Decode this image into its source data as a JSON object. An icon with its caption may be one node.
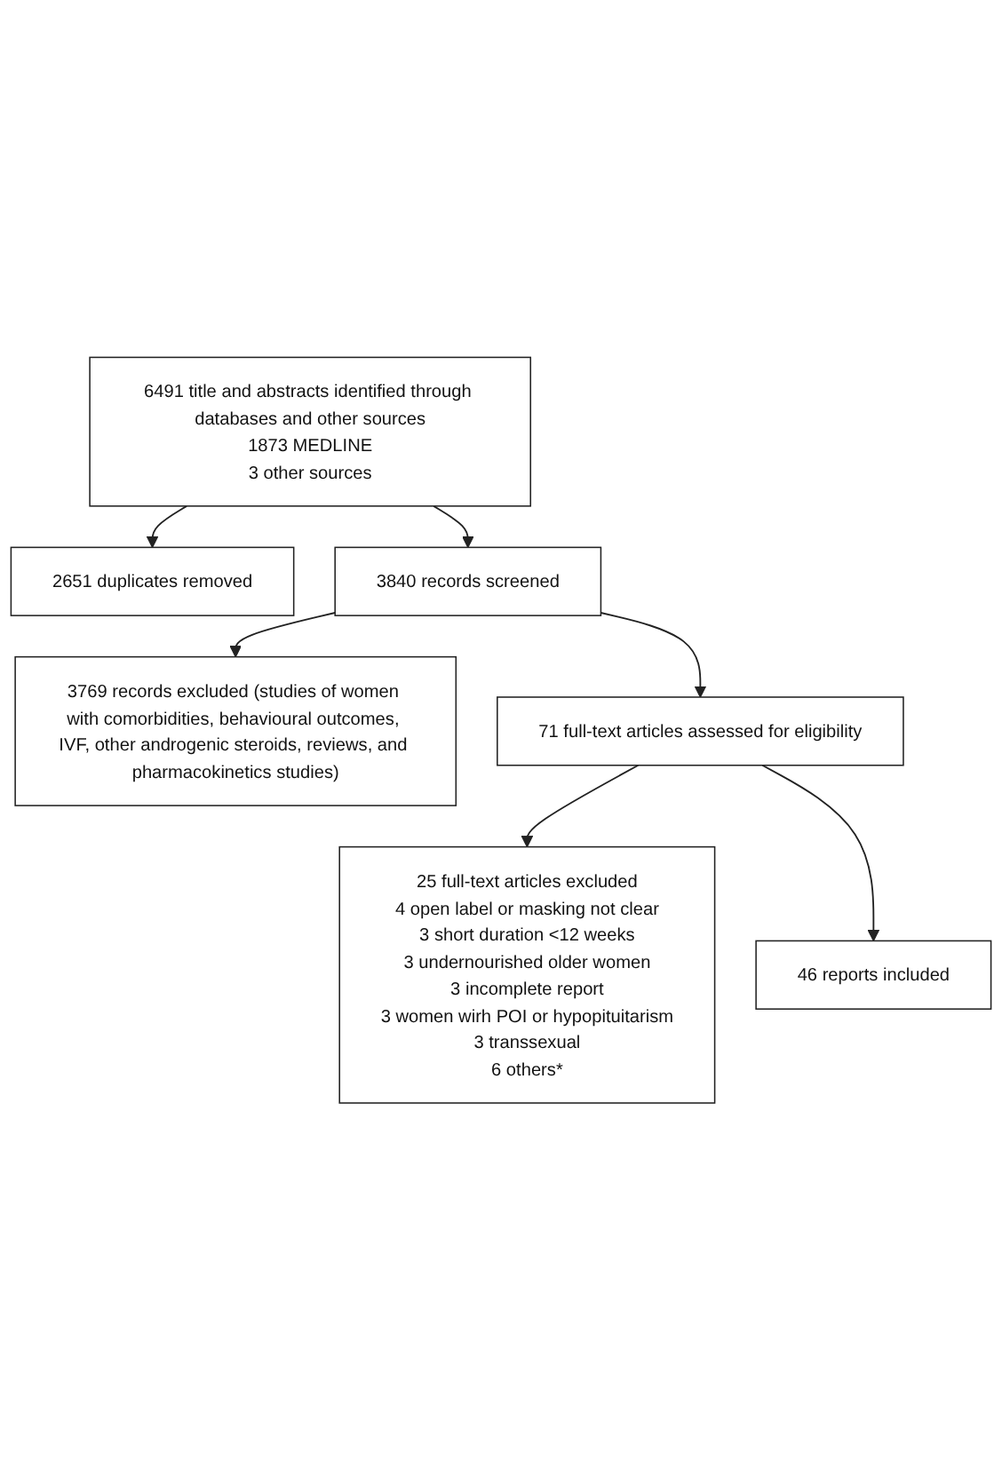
{
  "diagram": {
    "nodes": [
      {
        "text": [
          "6491 title and abstracts identified through databases and other sources",
          "1873 MEDLINE",
          "3 other sources"
        ]
      },
      {
        "text": [
          "2651 duplicates removed"
        ]
      },
      {
        "text": [
          "3840 records screened"
        ]
      },
      {
        "text": [
          "3769 records excluded (studies of women with comorbidities, behavioural outcomes, IVF, other androgenic steroids, reviews, and pharmacokinetics studies)"
        ]
      },
      {
        "text": [
          "71 full-text articles assessed for eligibility"
        ]
      },
      {
        "text": [
          "25 full-text articles excluded",
          "4 open label or masking not clear",
          "3 short duration <12 weeks",
          "3 undernourished older women",
          "3 incomplete report",
          "3 women wirh POI or hypopituitarism",
          "3 transsexual",
          "6 others*"
        ]
      },
      {
        "text": [
          "46 reports included"
        ]
      }
    ],
    "edges": [
      {
        "from": 0,
        "to": 1,
        "arrow": "to"
      },
      {
        "from": 0,
        "to": 2,
        "arrow": "to"
      },
      {
        "from": 2,
        "to": 3,
        "arrow": "to"
      },
      {
        "from": 2,
        "to": 4,
        "arrow": "to"
      },
      {
        "from": 4,
        "to": 5,
        "arrow": "to"
      },
      {
        "from": 4,
        "to": 6,
        "arrow": "to"
      }
    ]
  }
}
